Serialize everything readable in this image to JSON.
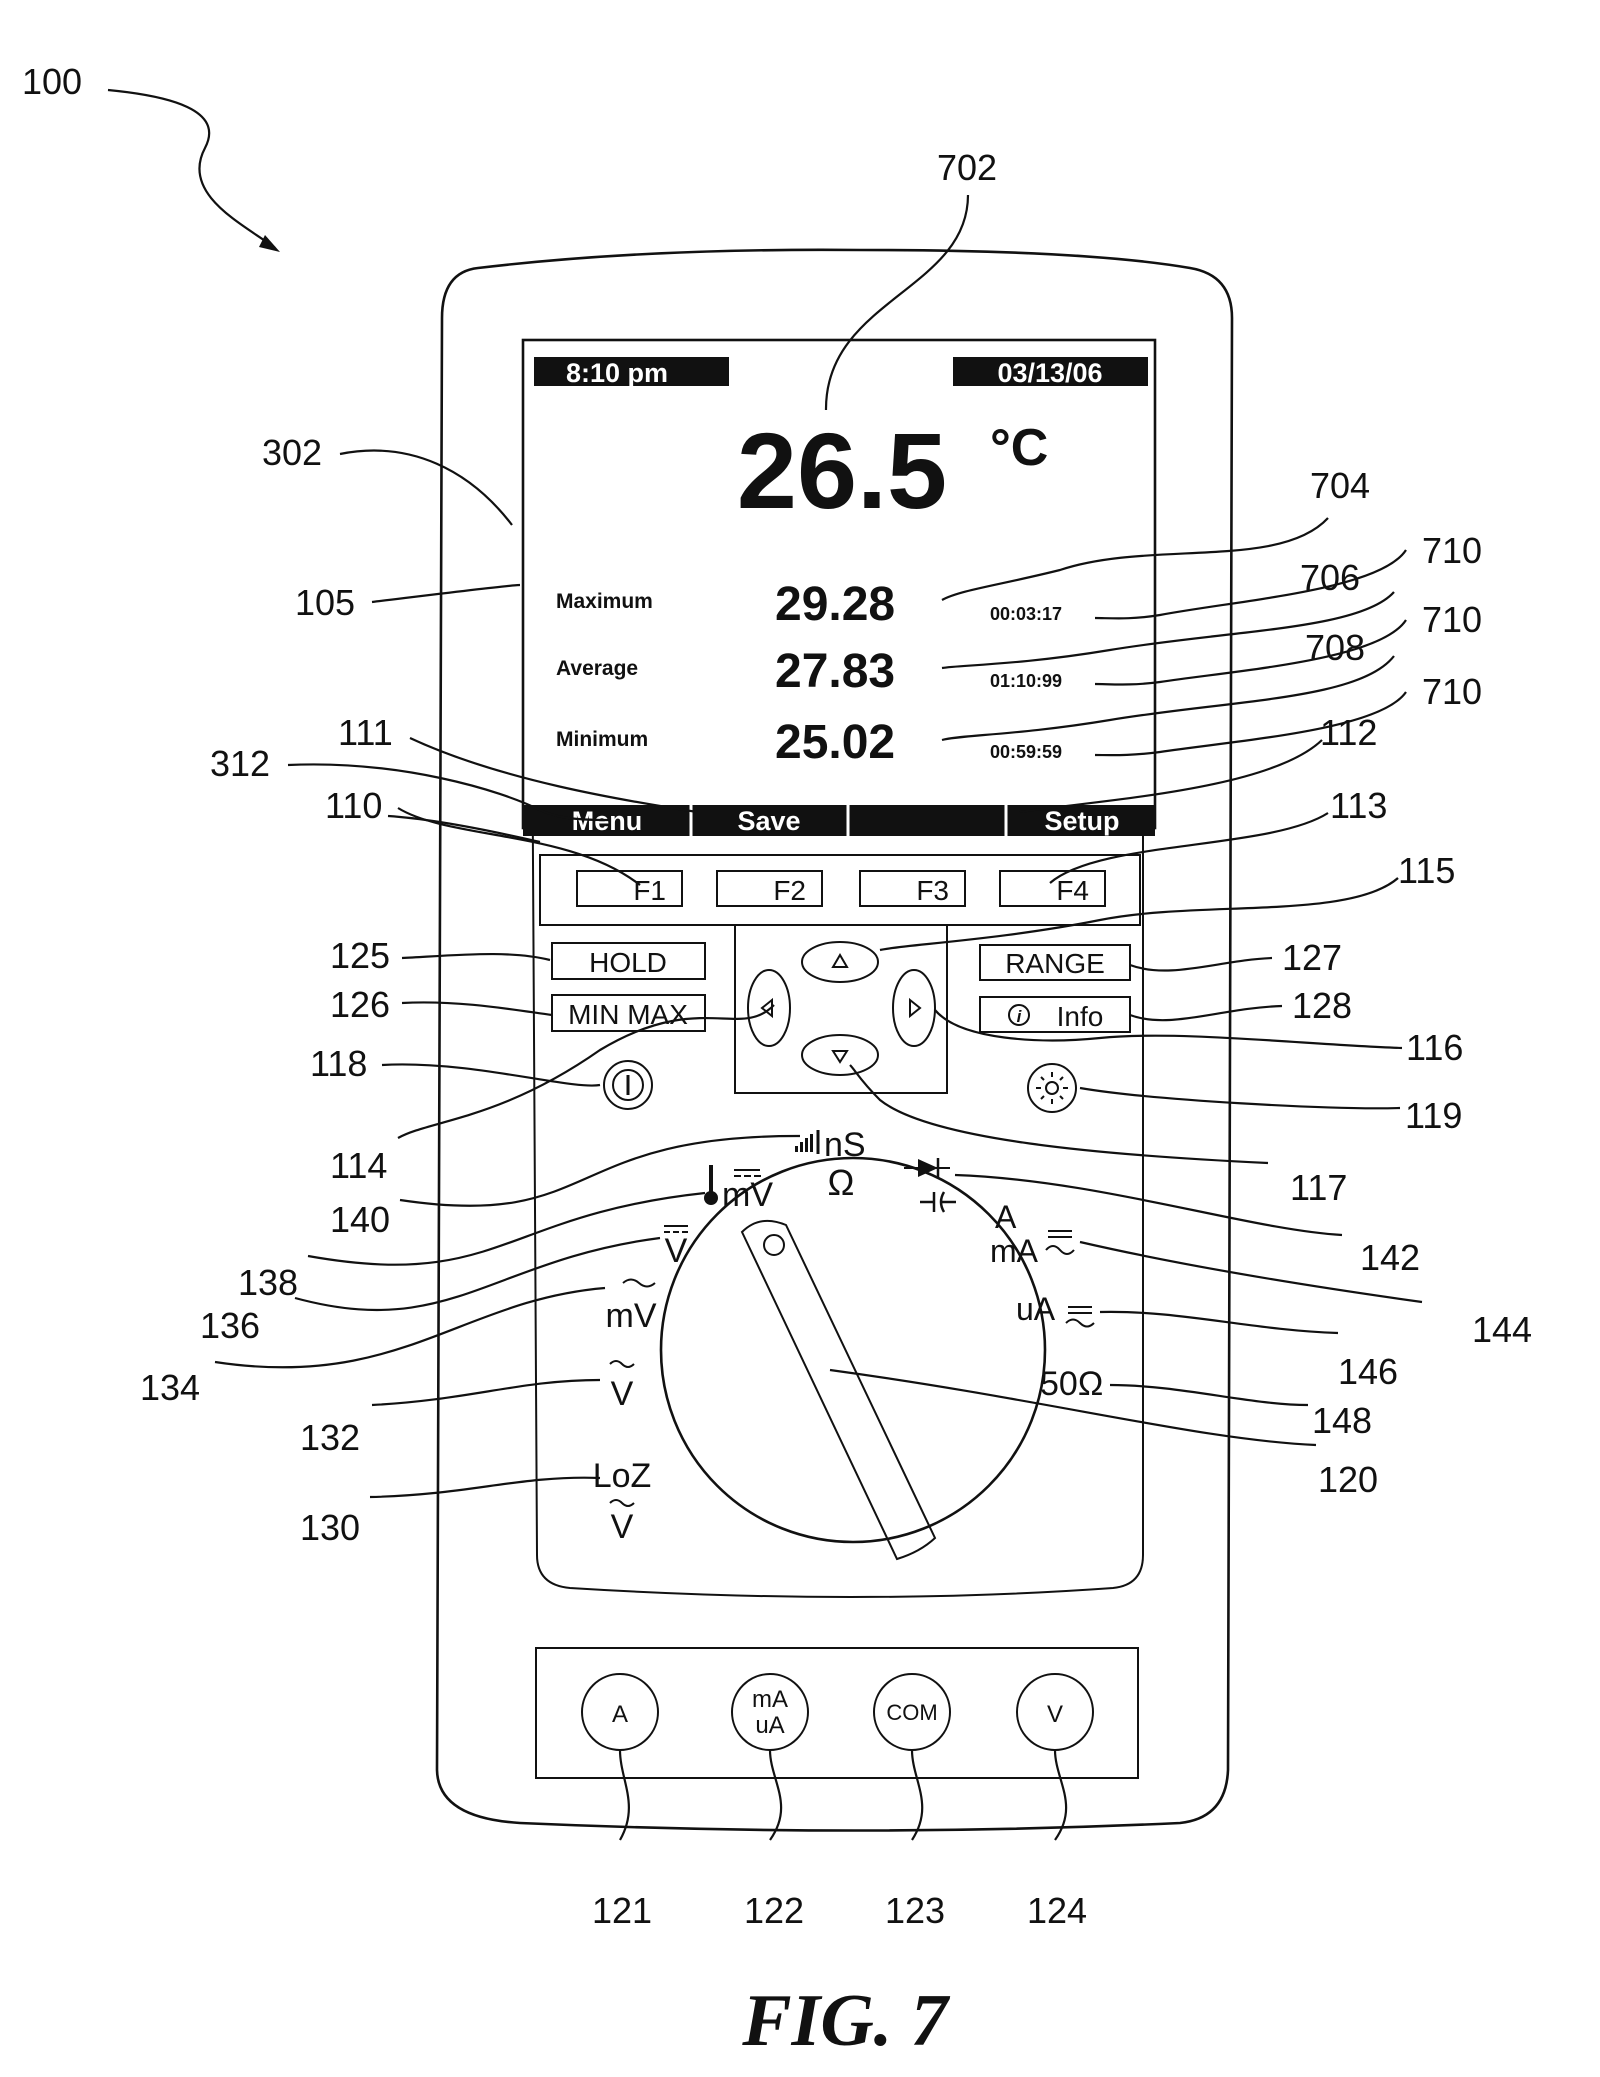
{
  "figure_label": "FIG. 7",
  "screen": {
    "time": "8:10 pm",
    "date": "03/13/06",
    "main_value": "26.5",
    "main_unit": "°C",
    "stats": [
      {
        "label": "Maximum",
        "value": "29.28",
        "elapsed": "00:03:17"
      },
      {
        "label": "Average",
        "value": "27.83",
        "elapsed": "01:10:99"
      },
      {
        "label": "Minimum",
        "value": "25.02",
        "elapsed": "00:59:59"
      }
    ],
    "softkey_labels": [
      "Menu",
      "Save",
      "",
      "Setup"
    ]
  },
  "function_keys": [
    "F1",
    "F2",
    "F3",
    "F4"
  ],
  "buttons": {
    "hold": "HOLD",
    "min_max": "MIN MAX",
    "range": "RANGE",
    "info": "Info",
    "info_symbol": "i"
  },
  "dial_labels": {
    "cond_ns": "nS",
    "ohm": "Ω",
    "temp_mv": "mV",
    "v_dc": "V",
    "mv_ac": "mV",
    "v_ac": "V",
    "loz": "LoZ",
    "loz_v": "V",
    "a": "A",
    "ma": "mA",
    "ua": "uA",
    "fifty_ohm": "50Ω"
  },
  "jacks": [
    "A",
    "mA",
    "uA",
    "COM",
    "V"
  ],
  "reference_numerals": {
    "r100": "100",
    "r702": "702",
    "r302": "302",
    "r704": "704",
    "r710a": "710",
    "r706": "706",
    "r710b": "710",
    "r708": "708",
    "r710c": "710",
    "r105": "105",
    "r111": "111",
    "r112": "112",
    "r312": "312",
    "r110": "110",
    "r113": "113",
    "r115": "115",
    "r125": "125",
    "r127": "127",
    "r126": "126",
    "r128": "128",
    "r118": "118",
    "r116": "116",
    "r119": "119",
    "r114": "114",
    "r117": "117",
    "r140": "140",
    "r142": "142",
    "r138": "138",
    "r144": "144",
    "r136": "136",
    "r146": "146",
    "r134": "134",
    "r148": "148",
    "r132": "132",
    "r120": "120",
    "r130": "130",
    "r121": "121",
    "r122": "122",
    "r123": "123",
    "r124": "124"
  }
}
